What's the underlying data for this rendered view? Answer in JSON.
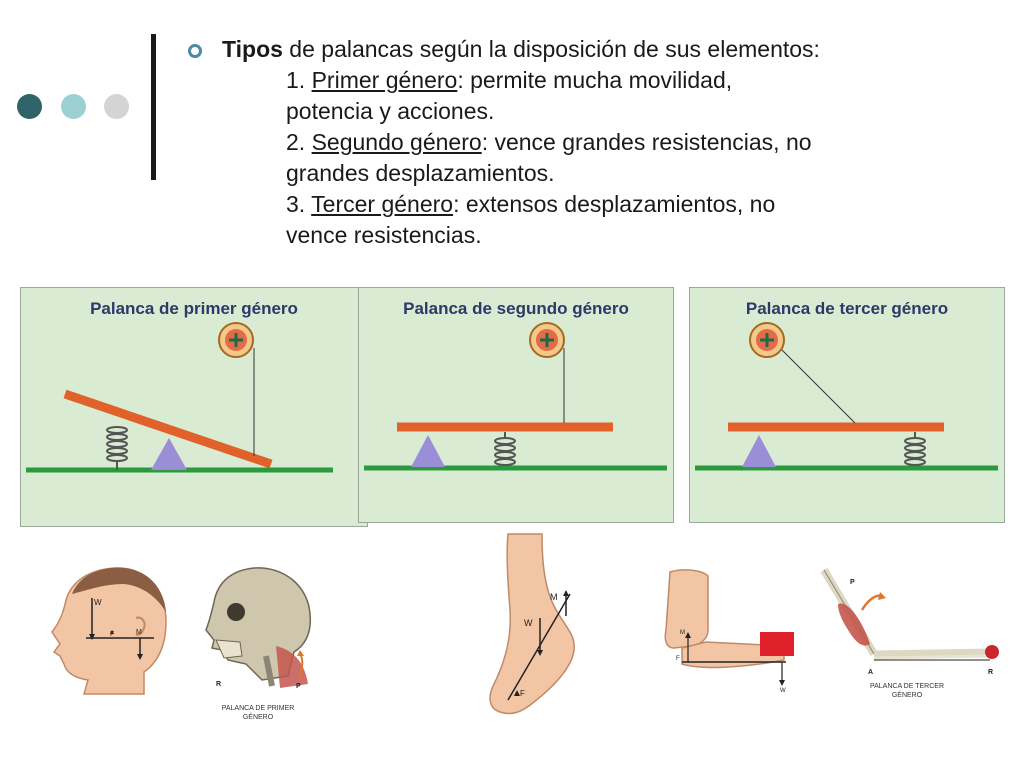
{
  "bullet_line": {
    "bold": "Tipos",
    "rest": " de palancas según la disposición de sus elementos:"
  },
  "items": [
    {
      "num": "1. ",
      "term": "Primer género",
      "desc_1": ": permite mucha movilidad,",
      "desc_2": "potencia y acciones."
    },
    {
      "num": "2. ",
      "term": "Segundo género",
      "desc_1": ": vence grandes resistencias, no",
      "desc_2": "grandes desplazamientos."
    },
    {
      "num": "3. ",
      "term": "Tercer género",
      "desc_1": ": extensos desplazamientos, no",
      "desc_2": "vence resistencias."
    }
  ],
  "panels": [
    {
      "title": "Palanca de primer género"
    },
    {
      "title": "Palanca de segundo género"
    },
    {
      "title": "Palanca de tercer género"
    }
  ],
  "anatomy_labels": {
    "head_w": "W",
    "head_f": "F",
    "head_m": "M",
    "skull_r": "R",
    "skull_p": "P",
    "skull_caption_1": "PALANCA DE PRIMER",
    "skull_caption_2": "GÉNERO",
    "foot_m": "M",
    "foot_w": "W",
    "foot_f": "F",
    "arm_m": "M",
    "arm_f": "F",
    "arm_w": "W",
    "arm2_p": "P",
    "arm2_a": "A",
    "arm2_r": "R",
    "arm2_caption_1": "PALANCA DE TERCER",
    "arm2_caption_2": "GÉNERO"
  },
  "colors": {
    "dot_1": "#2f6367",
    "dot_2": "#9dd0d3",
    "dot_3": "#d4d4d4",
    "bullet": "#4e8aa6",
    "panel_bg": "#d9ebd3",
    "panel_title": "#2b3a68",
    "lever": "#e0622a",
    "ground": "#2b9a3c",
    "fulcrum": "#9a8fd6",
    "pulley": "#e8a13b"
  }
}
